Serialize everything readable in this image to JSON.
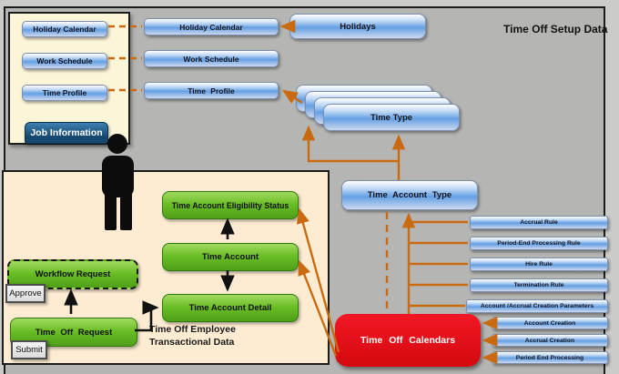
{
  "title": "Time Off Setup Data",
  "setup_panel": {
    "items": [
      "Holiday Calendar",
      "Work Schedule",
      "Time Profile"
    ],
    "tab": "Job Information"
  },
  "middle_boxes": [
    "Holiday Calendar",
    "Work Schedule",
    "Time Profile"
  ],
  "holidays_box": "Holidays",
  "time_type_box": "Time Type",
  "time_account_type_box": "Time Account Type",
  "rules": [
    "Accrual Rule",
    "Period-End Processing Rule",
    "Hire Rule",
    "Termination Rule",
    "Account /Accrual Creation Parameters"
  ],
  "time_off_calendars_box": "Time Off Calendars",
  "calendar_jobs": [
    "Account Creation",
    "Accrual Creation",
    "Period End Processing"
  ],
  "transactional": {
    "eligibility": "Time Account Eligibility Status",
    "account": "Time Account",
    "detail": "Time Account Detail",
    "workflow": "Workflow Request",
    "request": "Time Off Request",
    "approve": "Approve",
    "submit": "Submit",
    "caption_line1": "Time Off Employee",
    "caption_line2": "Transactional Data"
  },
  "colors": {
    "background": "#b5b6b3",
    "setup_panel": "#fcf6d9",
    "transactional_panel": "#fdebd2",
    "blue_box": "#64a0e4",
    "green_box": "#68bd24",
    "red_box": "#d4090f",
    "orange_connector": "#c96a10",
    "dark_tab": "#16486f"
  }
}
